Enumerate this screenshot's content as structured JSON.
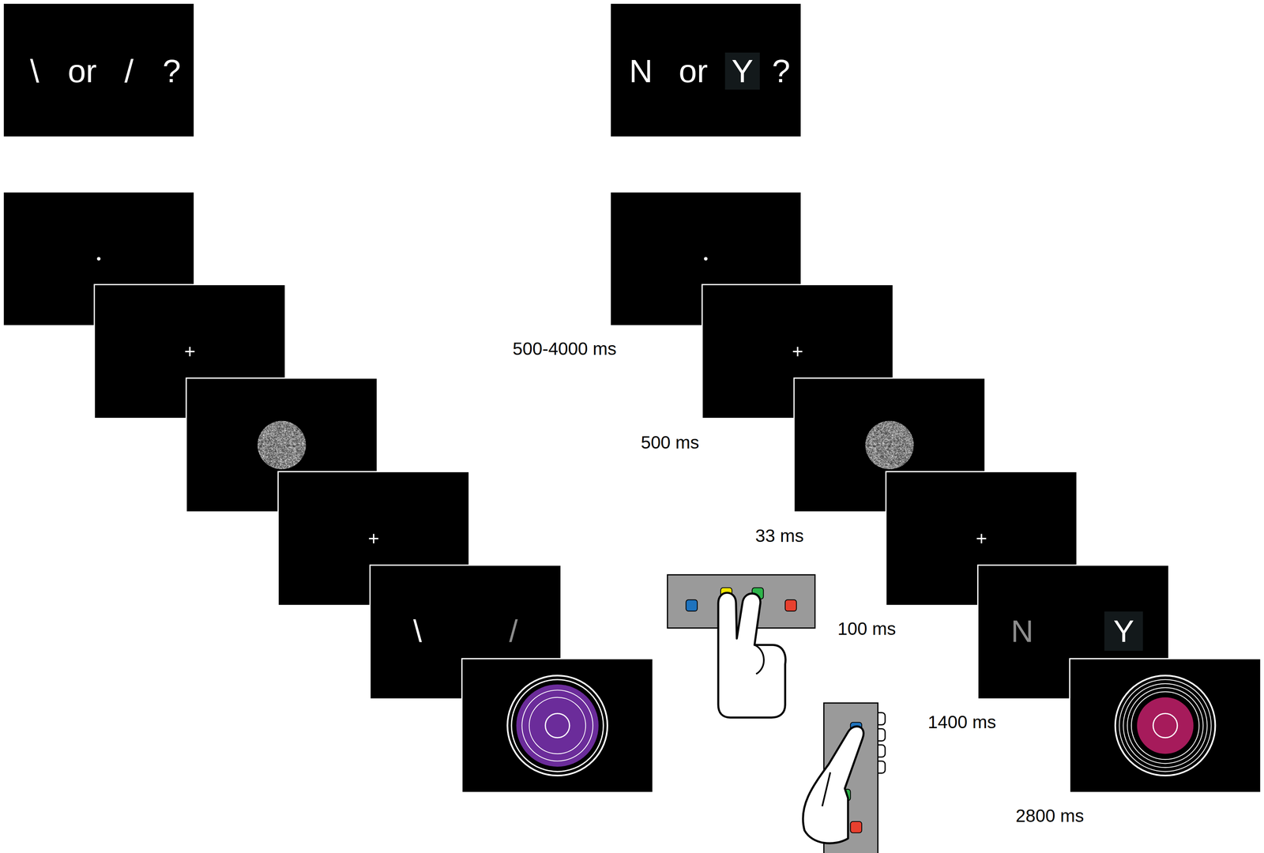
{
  "diagram": {
    "nodes": [
      {
        "text": [
          "\\",
          "or",
          "/",
          "?"
        ]
      },
      {
        "text": [
          "+"
        ]
      },
      {
        "text": [
          "+"
        ]
      },
      {
        "text": [
          "\\",
          "/"
        ]
      },
      {
        "text": [
          "N",
          "or",
          "Y",
          "?"
        ]
      },
      {
        "text": [
          "+"
        ]
      },
      {
        "text": [
          "+"
        ]
      },
      {
        "text": [
          "N",
          "Y"
        ]
      }
    ],
    "labels": [
      "500-4000 ms",
      "500 ms",
      "33 ms",
      "100 ms",
      "1400 ms",
      "2800 ms"
    ]
  }
}
